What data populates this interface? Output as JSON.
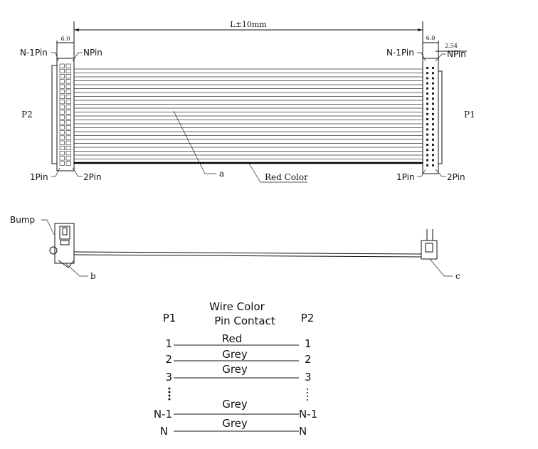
{
  "top": {
    "length_label": "L±10mm",
    "width_left": "6.0",
    "width_right": "6.0",
    "pitch": "2.54",
    "left_connector": "P2",
    "right_connector": "P1",
    "left_pins": {
      "top_left": "N-1Pin",
      "top_right": "NPin",
      "bottom_left": "1Pin",
      "bottom_right": "2Pin"
    },
    "right_pins": {
      "top_left": "N-1Pin",
      "top_right": "NPin",
      "bottom_left": "1Pin",
      "bottom_right": "2Pin"
    },
    "callout_a": "a",
    "red_wire": "Red Color"
  },
  "side": {
    "bump": "Bump",
    "callout_b": "b",
    "callout_c": "c"
  },
  "table": {
    "title_line1": "Wire Color",
    "title_line2": "Pin Contact",
    "left_header": "P1",
    "right_header": "P2",
    "rows": [
      {
        "left": "1",
        "right": "1",
        "color": "Red"
      },
      {
        "left": "2",
        "right": "2",
        "color": "Grey"
      },
      {
        "left": "3",
        "right": "3",
        "color": "Grey"
      },
      {
        "left": "N-1",
        "right": "N-1",
        "color": "Grey"
      },
      {
        "left": "N",
        "right": "N",
        "color": "Grey"
      }
    ]
  }
}
